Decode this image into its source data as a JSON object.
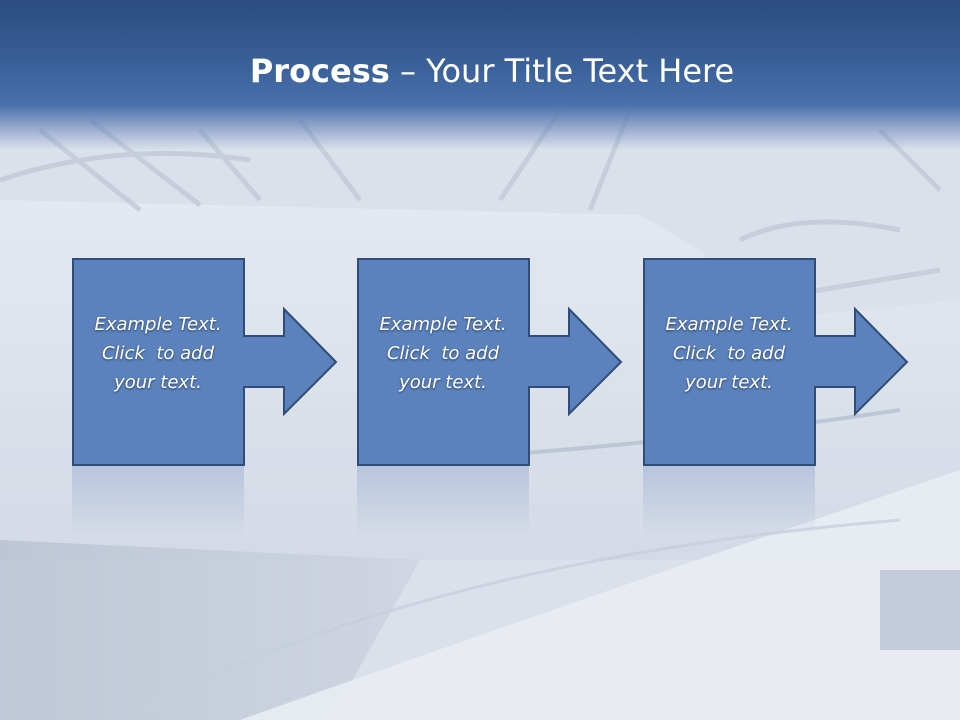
{
  "slide": {
    "title_bold": "Process",
    "title_rest": " – Your Title Text Here"
  },
  "steps": [
    {
      "line1": "Example Text.",
      "line2": "Click  to add",
      "line3": "your text."
    },
    {
      "line1": "Example Text.",
      "line2": "Click  to add",
      "line3": "your text."
    },
    {
      "line1": "Example Text.",
      "line2": "Click  to add",
      "line3": "your text."
    }
  ],
  "colors": {
    "header": "#3a6199",
    "box_fill": "#5b82bd",
    "box_stroke": "#2f4d78",
    "title_text": "#ffffff"
  },
  "icons": [
    "right-arrow-icon"
  ]
}
